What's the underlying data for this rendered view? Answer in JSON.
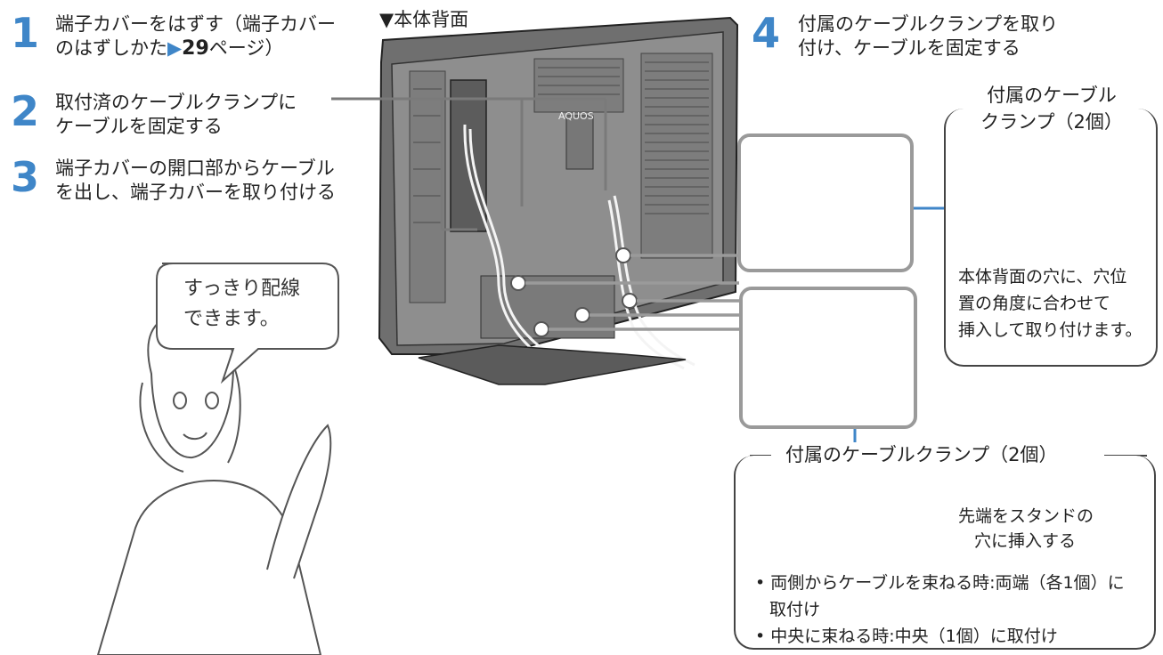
{
  "steps": [
    {
      "num": "1",
      "line1": "端子カバーをはずす（端子カバー",
      "line2_pre": "のはずしかた",
      "line2_arrow": "▶",
      "line2_bold": "29",
      "line2_post": "ページ）"
    },
    {
      "num": "2",
      "line1": "取付済のケーブルクランプに",
      "line2": "ケーブルを固定する"
    },
    {
      "num": "3",
      "line1": "端子カバーの開口部からケーブル",
      "line2": "を出し、端子カバーを取り付ける"
    },
    {
      "num": "4",
      "line1": "付属のケーブルクランプを取り",
      "line2": "付け、ケーブルを固定する"
    }
  ],
  "rear_view_label": "▼本体背面",
  "brand_label": "AQUOS",
  "speech_bubble": {
    "line1": "すっきり配線",
    "line2": "できます。"
  },
  "clamp_top": {
    "title_line1": "付属のケーブル",
    "title_line2": "クランプ（2個）",
    "note_line1": "本体背面の穴に、穴位",
    "note_line2": "置の角度に合わせて",
    "note_line3": "挿入して取り付けます。"
  },
  "clamp_bottom": {
    "title": "付属のケーブルクランプ（2個）",
    "tip_line1": "先端をスタンドの",
    "tip_line2": "穴に挿入する",
    "bullet1_line1": "• 両側からケーブルを束ねる時:両端（各1個）に",
    "bullet1_line2": "取付け",
    "bullet2": "• 中央に束ねる時:中央（1個）に取付け"
  },
  "colors": {
    "accent": "#3f86c8",
    "line": "#9a9a9a",
    "callout": "#3f86c8"
  }
}
